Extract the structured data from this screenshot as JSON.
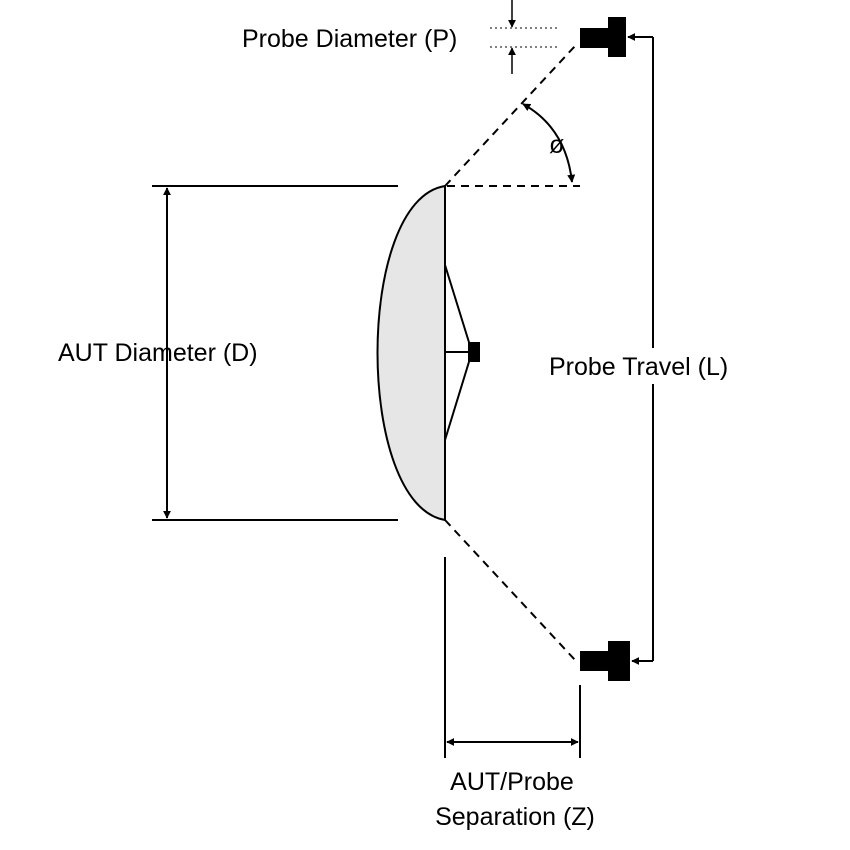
{
  "labels": {
    "probe_diameter": "Probe Diameter (P)",
    "angle_symbol": "ø",
    "aut_diameter": "AUT Diameter (D)",
    "probe_travel": "Probe Travel (L)",
    "separation_line1": "AUT/Probe",
    "separation_line2": "Separation (Z)"
  },
  "colors": {
    "line": "#000000",
    "dish_fill": "#e6e6e6",
    "background": "#ffffff"
  },
  "icons": {
    "probe": "probe-icon",
    "feed": "feed-icon"
  }
}
